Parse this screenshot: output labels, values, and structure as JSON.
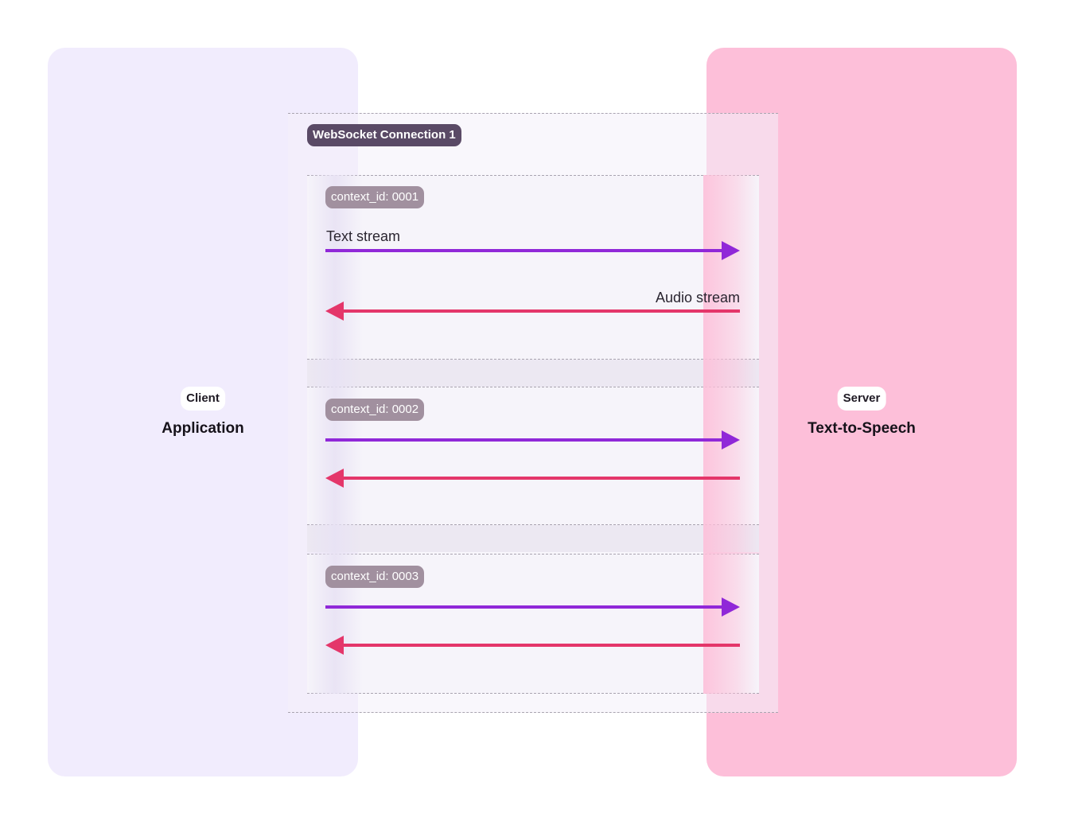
{
  "client": {
    "role": "Client",
    "name": "Application"
  },
  "server": {
    "role": "Server",
    "name": "Text-to-Speech"
  },
  "connection": {
    "label": "WebSocket Connection 1"
  },
  "contexts": [
    {
      "id_label": "context_id: 0001",
      "request_label": "Text stream",
      "response_label": "Audio stream"
    },
    {
      "id_label": "context_id: 0002"
    },
    {
      "id_label": "context_id: 0003"
    }
  ],
  "colors": {
    "client_panel": "#f1ecfd",
    "server_panel": "#fdbfd9",
    "request_arrow": "#9028d8",
    "response_arrow": "#e4366a",
    "connection_pill": "#5a4a66",
    "context_pill": "#a1909f"
  }
}
